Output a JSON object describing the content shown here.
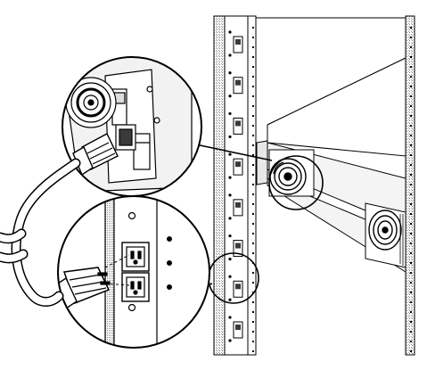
{
  "illustration": {
    "subject": "power-cord-to-rack-outlet",
    "rack_outlet_count": 8,
    "callouts": [
      "server-power-inlet-detail",
      "outlet-strip-detail"
    ],
    "colors": {
      "line": "#000000",
      "paper": "#ffffff",
      "metal": "#d6d6d6",
      "dark": "#3a3a3a"
    }
  }
}
